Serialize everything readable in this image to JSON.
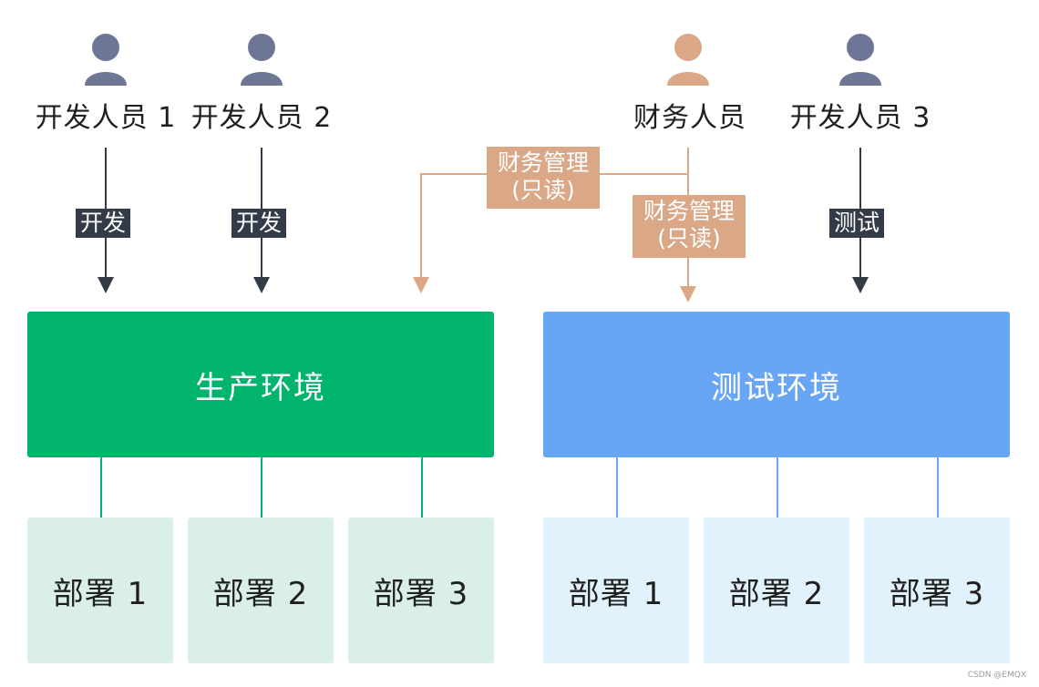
{
  "people": [
    {
      "label": "开发人员 1",
      "role": "developer",
      "color": "#6d7795"
    },
    {
      "label": "开发人员 2",
      "role": "developer",
      "color": "#6d7795"
    },
    {
      "label": "财务人员",
      "role": "finance",
      "color": "#daa886"
    },
    {
      "label": "开发人员 3",
      "role": "developer",
      "color": "#6d7795"
    }
  ],
  "edge_labels": {
    "develop": "开发",
    "test": "测试",
    "finance_line1": "财务管理",
    "finance_line2": "(只读)"
  },
  "environments": {
    "production": {
      "label": "生产环境",
      "color": "#00b46e"
    },
    "test": {
      "label": "测试环境",
      "color": "#69a5f5"
    }
  },
  "deployments": {
    "production": [
      "部署 1",
      "部署 2",
      "部署 3"
    ],
    "test": [
      "部署 1",
      "部署 2",
      "部署 3"
    ]
  },
  "colors": {
    "arrow_dark": "#333a48",
    "arrow_finance": "#daa886",
    "prod_line": "#00b46e",
    "test_line": "#69a5f5"
  },
  "watermark": "CSDN @EMQX"
}
